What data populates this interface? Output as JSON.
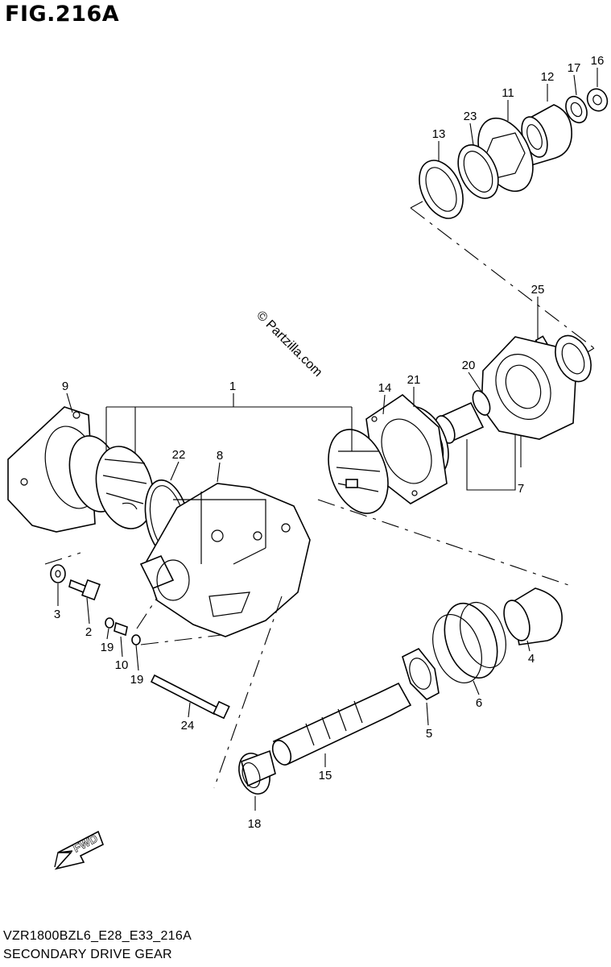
{
  "header": {
    "figure_title": "FIG.216A"
  },
  "footer": {
    "diagram_code": "VZR1800BZL6_E28_E33_216A",
    "diagram_caption": "SECONDARY DRIVE GEAR"
  },
  "watermark": {
    "text": "© Partzilla.com"
  },
  "direction_marker": {
    "label": "FWD",
    "icon": "fwd-arrow-icon"
  },
  "callouts": [
    {
      "id": "16",
      "label": "16"
    },
    {
      "id": "17",
      "label": "17"
    },
    {
      "id": "12",
      "label": "12"
    },
    {
      "id": "11",
      "label": "11"
    },
    {
      "id": "23",
      "label": "23"
    },
    {
      "id": "13",
      "label": "13"
    },
    {
      "id": "25",
      "label": "25"
    },
    {
      "id": "20",
      "label": "20"
    },
    {
      "id": "21",
      "label": "21"
    },
    {
      "id": "14",
      "label": "14"
    },
    {
      "id": "1",
      "label": "1"
    },
    {
      "id": "9",
      "label": "9"
    },
    {
      "id": "22",
      "label": "22"
    },
    {
      "id": "8",
      "label": "8"
    },
    {
      "id": "7",
      "label": "7"
    },
    {
      "id": "3",
      "label": "3"
    },
    {
      "id": "2",
      "label": "2"
    },
    {
      "id": "19a",
      "label": "19"
    },
    {
      "id": "10",
      "label": "10"
    },
    {
      "id": "19b",
      "label": "19"
    },
    {
      "id": "4",
      "label": "4"
    },
    {
      "id": "6",
      "label": "6"
    },
    {
      "id": "5",
      "label": "5"
    },
    {
      "id": "24",
      "label": "24"
    },
    {
      "id": "15",
      "label": "15"
    },
    {
      "id": "18",
      "label": "18"
    }
  ]
}
